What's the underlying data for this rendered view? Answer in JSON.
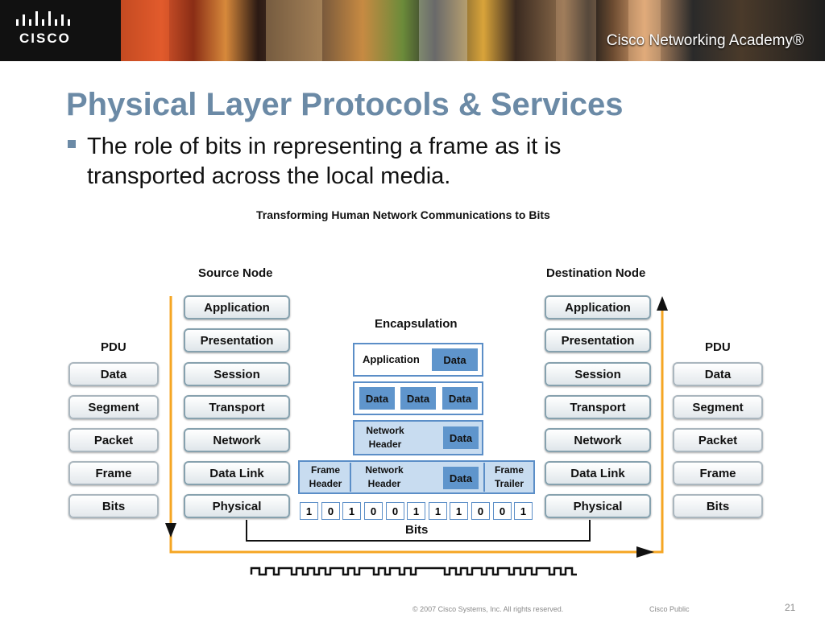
{
  "header": {
    "logo_text": "CISCO",
    "academy_text": "Cisco Networking Academy®"
  },
  "slide": {
    "title": "Physical Layer Protocols & Services",
    "bullet": "The role of bits in representing a frame as it is transported across the local media."
  },
  "diagram": {
    "title": "Transforming Human Network Communications to Bits",
    "source_label": "Source Node",
    "destination_label": "Destination Node",
    "encapsulation_label": "Encapsulation",
    "pdu_label_left": "PDU",
    "pdu_label_right": "PDU",
    "layers": [
      "Application",
      "Presentation",
      "Session",
      "Transport",
      "Network",
      "Data Link",
      "Physical"
    ],
    "pdus": [
      "Data",
      "Segment",
      "Packet",
      "Frame",
      "Bits"
    ],
    "encapsulation": {
      "application_label": "Application",
      "data": "Data",
      "network_header": "Network Header",
      "frame_header": "Frame Header",
      "frame_trailer": "Frame Trailer"
    },
    "bits": [
      "1",
      "0",
      "1",
      "0",
      "0",
      "1",
      "1",
      "1",
      "0",
      "0",
      "1"
    ],
    "bits_label": "Bits",
    "colors": {
      "arrow": "#f5a623",
      "box_border": "#5b8ec7",
      "data_cell": "#5f95cc",
      "title": "#6b8aa6"
    }
  },
  "footer": {
    "copyright": "© 2007 Cisco Systems, Inc. All rights reserved.",
    "classification": "Cisco Public",
    "slide_number": "21"
  }
}
